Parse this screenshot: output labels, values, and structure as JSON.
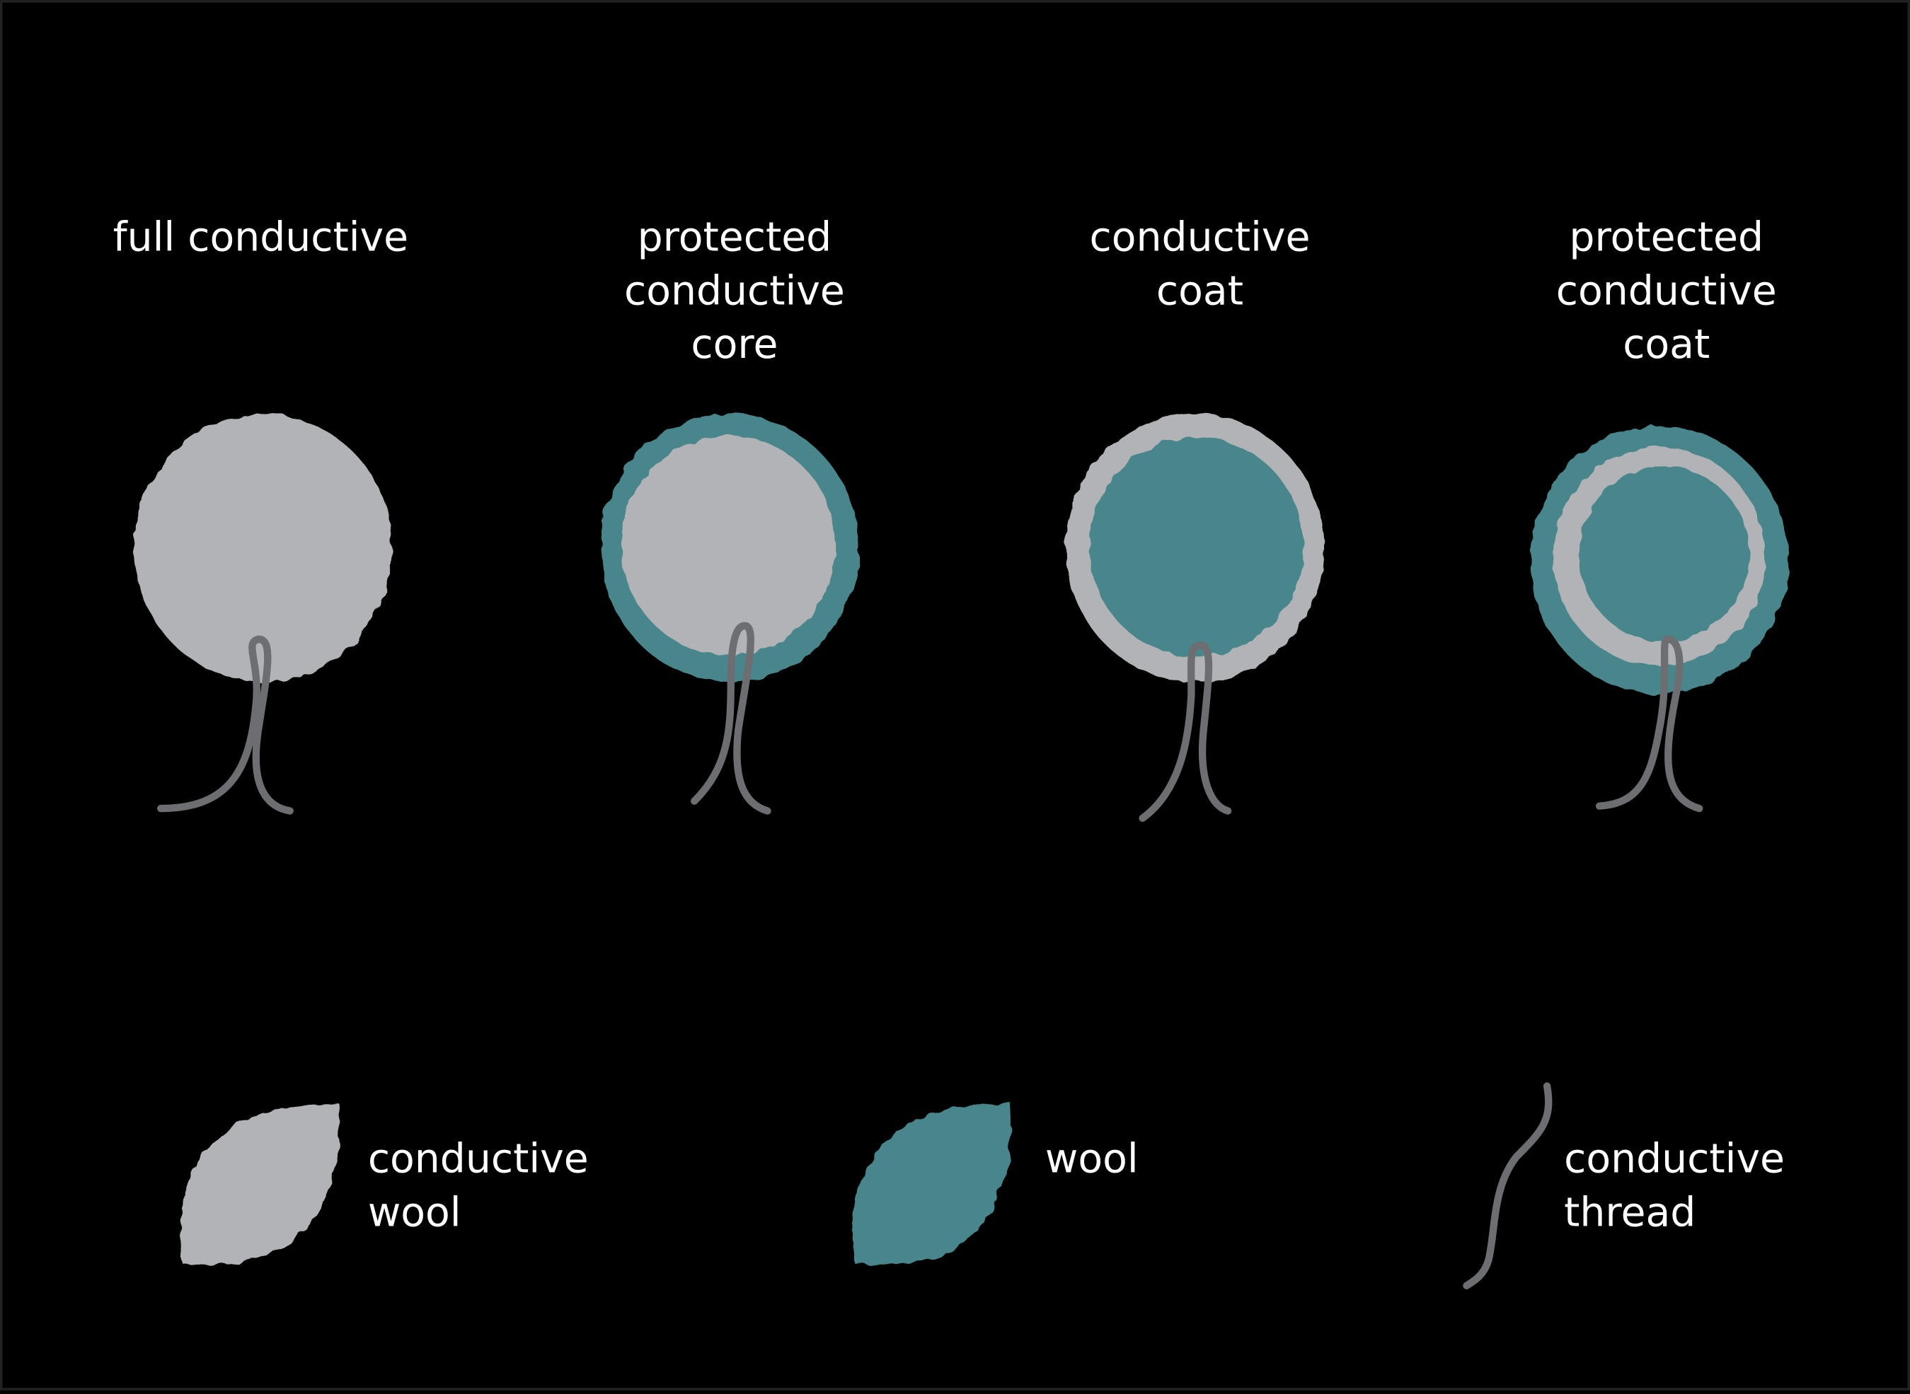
{
  "colors": {
    "background": "#000000",
    "conductive_wool": "#b1b3b6",
    "wool": "#48868c",
    "conductive_thread": "#6d6e71",
    "text": "#ffffff"
  },
  "variants": [
    {
      "label_lines": [
        "full conductive"
      ],
      "layers": [
        "conductive_wool"
      ]
    },
    {
      "label_lines": [
        "protected",
        "conductive",
        "core"
      ],
      "layers": [
        "wool",
        "conductive_wool"
      ]
    },
    {
      "label_lines": [
        "conductive",
        "coat"
      ],
      "layers": [
        "conductive_wool",
        "wool"
      ]
    },
    {
      "label_lines": [
        "protected",
        "conductive",
        "coat"
      ],
      "layers": [
        "wool",
        "conductive_wool",
        "wool"
      ]
    }
  ],
  "legend": [
    {
      "icon": "conductive-wool-swatch",
      "label_lines": [
        "conductive",
        "wool"
      ]
    },
    {
      "icon": "wool-swatch",
      "label_lines": [
        "wool"
      ]
    },
    {
      "icon": "conductive-thread-swatch",
      "label_lines": [
        "conductive",
        "thread"
      ]
    }
  ]
}
